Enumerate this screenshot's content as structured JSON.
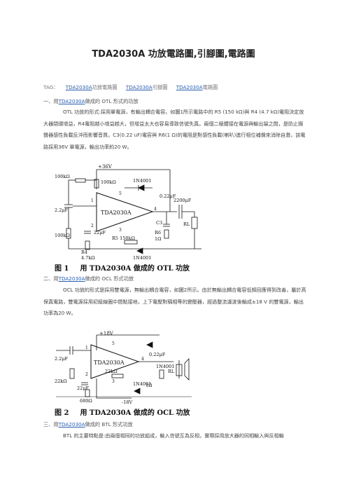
{
  "doc": {
    "title": "TDA2030A 功放電路圖,引腳圖,電路圖"
  },
  "tags": {
    "label": "TAG：",
    "items": [
      {
        "keyword": "TDA2030A",
        "suffix": "功放電路圖"
      },
      {
        "keyword": "TDA2030A",
        "suffix": "引腳圖"
      },
      {
        "keyword": "TDA2030A",
        "suffix": "電路圖"
      }
    ]
  },
  "section1": {
    "heading_prefix": "一、用",
    "heading_keyword": "TDA2030A",
    "heading_suffix": "做成的 OTL 形式的功放",
    "para": "OTL 功放的形式:採用單電源，有輸出耦合電容。如圖1所示電路中的 R5 (150 kΩ)與 R4 (4.7 kΩ)電阻決定放大器閉環增益，R4電阻越小增益越大，但增益太大也容易導致信號失真。兩個二極體接在電源與輸出端之間，是防止揚聲器感性負載反沖而影響音質。C3(0.22 uF)電容與 R6(1 Ω)的電阻是對感性負載(喇叭)進行相位補償來消除自激，該電路採用36V 單電源，輸出功率約20 W。",
    "figure": {
      "caption_num": "图 1",
      "caption_text": "用 TDA2030A 做成的 OTL 功放",
      "labels": {
        "vplus": "+36V",
        "r_top_left": "100kΩ",
        "r_top_mid": "100kΩ",
        "diode_top": "1N4001",
        "pin5": "5",
        "pin1": "1",
        "pin2": "2",
        "pin3": "3",
        "pin4": "4",
        "cin": "2.2μF",
        "chip": "TDA2030A",
        "cap_fb": "0.22μF",
        "cout": "2200μF",
        "r_bot_left": "100kΩ",
        "c22": "22μF",
        "r5": "R5 150kΩ",
        "c3": "C3",
        "rl": "RL",
        "r6": "R6",
        "r6v": "1Ω",
        "r4": "R4",
        "r4v": "4.7kΩ",
        "diode_bot": "1N4001"
      }
    }
  },
  "section2": {
    "heading_prefix": "二、用",
    "heading_keyword": "TDA2030A",
    "heading_suffix": "做成的 OCL 形式功放",
    "para": "OCL 功放的形式是採用雙電源，無輸出耦合電容，如圖2所示。由於無輸出耦合電容低頻回應得到改善，屬於高保真電路，雙電源採用初級線圈中間點接地，上下電壓對稱相等的變壓器，經過整流濾波後輸成±18 V 的雙電源，輸出功率為20 W。",
    "figure": {
      "caption_num": "图 2",
      "caption_text": "用 TDA2030A 做成的 OCL 功放",
      "labels": {
        "vplus": "+18V",
        "vminus": "-18V",
        "pin1": "1",
        "pin2": "2",
        "pin3": "3",
        "pin4": "4",
        "pin5": "5",
        "cin": "2.2μF",
        "chip": "TDA2030A",
        "cap_out": "0.22μF",
        "r_in": "22kΩ",
        "c22": "22μF",
        "r_fb": "22kΩ",
        "r_small": "680Ω",
        "r_out": "1Ω",
        "rl": "RL",
        "diode_top": "1N4001",
        "diode_bot": "1N4001"
      }
    }
  },
  "section3": {
    "heading_prefix": "三、用",
    "heading_keyword": "TDA2030A",
    "heading_suffix": "做成的 BTL 形式功放",
    "para": "BTL 的主要特點是:由兩個相同的功放組成，輸入信號互為反相，實際採用放大器的同相輸入與反相輸"
  }
}
